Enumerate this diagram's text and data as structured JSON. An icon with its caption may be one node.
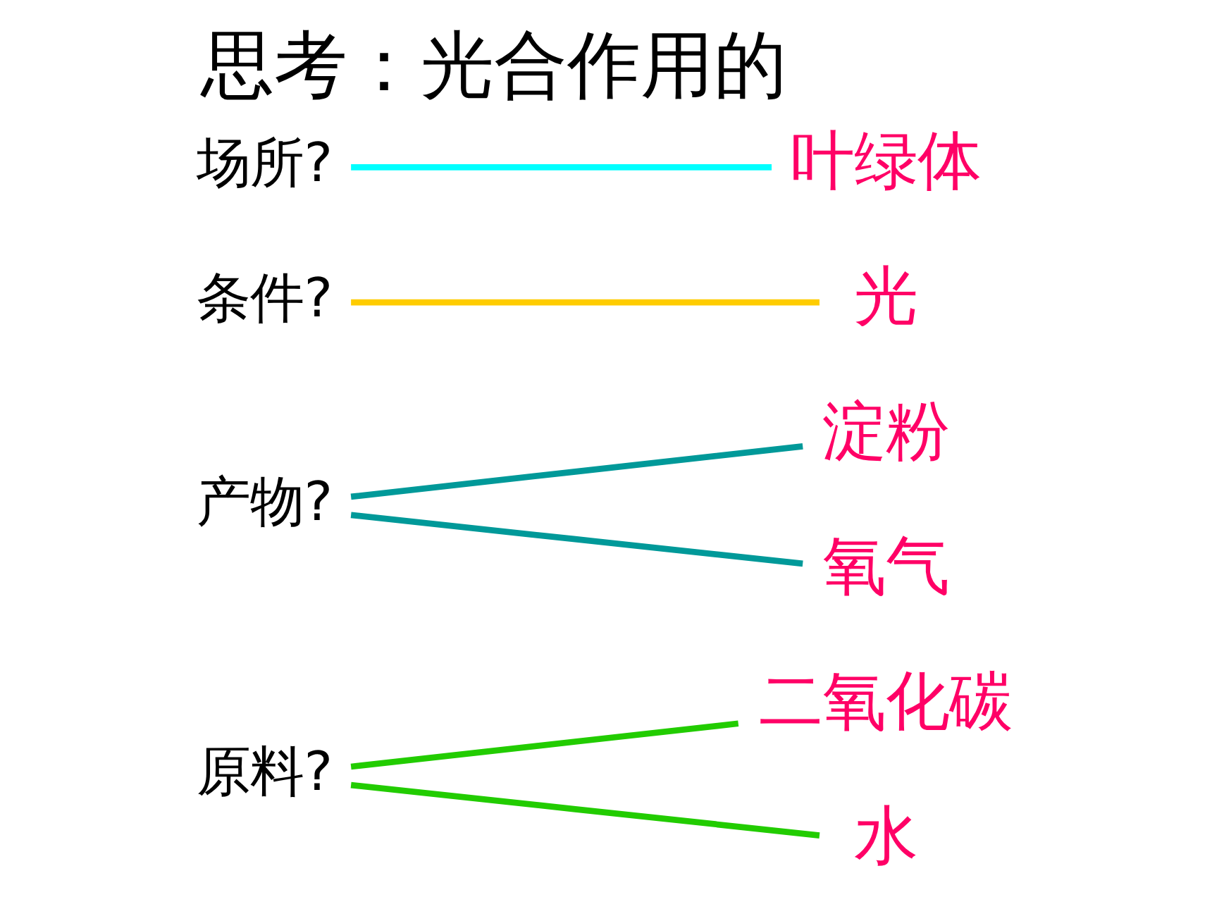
{
  "diagram": {
    "title": "思考：光合作用的",
    "nodes": [
      {
        "text": [
          "原料?"
        ]
      },
      {
        "text": [
          "产物?"
        ]
      },
      {
        "text": [
          "条件?"
        ]
      },
      {
        "text": [
          "场所?"
        ]
      },
      {
        "text": [
          "光"
        ]
      },
      {
        "text": [
          "淀粉"
        ]
      },
      {
        "text": [
          "叶绿体"
        ]
      },
      {
        "text": [
          "氧气"
        ]
      },
      {
        "text": [
          "二氧化碳"
        ]
      },
      {
        "text": [
          "水"
        ]
      }
    ],
    "edges": [
      {
        "from": 0,
        "to": 8,
        "arrow": "none",
        "color": "#22cc00"
      },
      {
        "from": 0,
        "to": 9,
        "arrow": "none",
        "color": "#22cc00"
      },
      {
        "from": 1,
        "to": 5,
        "arrow": "none",
        "color": "#009999"
      },
      {
        "from": 1,
        "to": 7,
        "arrow": "none",
        "color": "#009999"
      },
      {
        "from": 2,
        "to": 4,
        "arrow": "none",
        "color": "#ffcc00"
      },
      {
        "from": 3,
        "to": 6,
        "arrow": "none",
        "color": "#00ffff"
      }
    ]
  }
}
